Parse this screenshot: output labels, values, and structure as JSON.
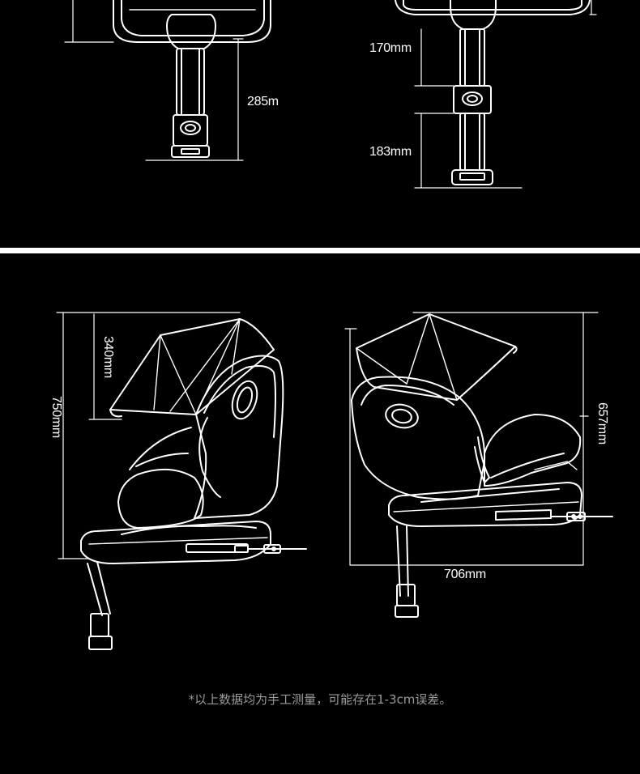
{
  "top_panel": {
    "left_view": {
      "height_label": "285m"
    },
    "right_view": {
      "upper_label": "170mm",
      "lower_label": "183mm"
    }
  },
  "bottom_panel": {
    "reclined_view": {
      "total_height_label": "750mm",
      "canopy_label": "340mm"
    },
    "upright_view": {
      "height_label": "657mm",
      "depth_label": "706mm"
    }
  },
  "footnote": "*以上数据均为手工测量，可能存在1-3cm误差。",
  "colors": {
    "background": "#000000",
    "line": "#ffffff",
    "footnote": "#9a9a9a"
  }
}
